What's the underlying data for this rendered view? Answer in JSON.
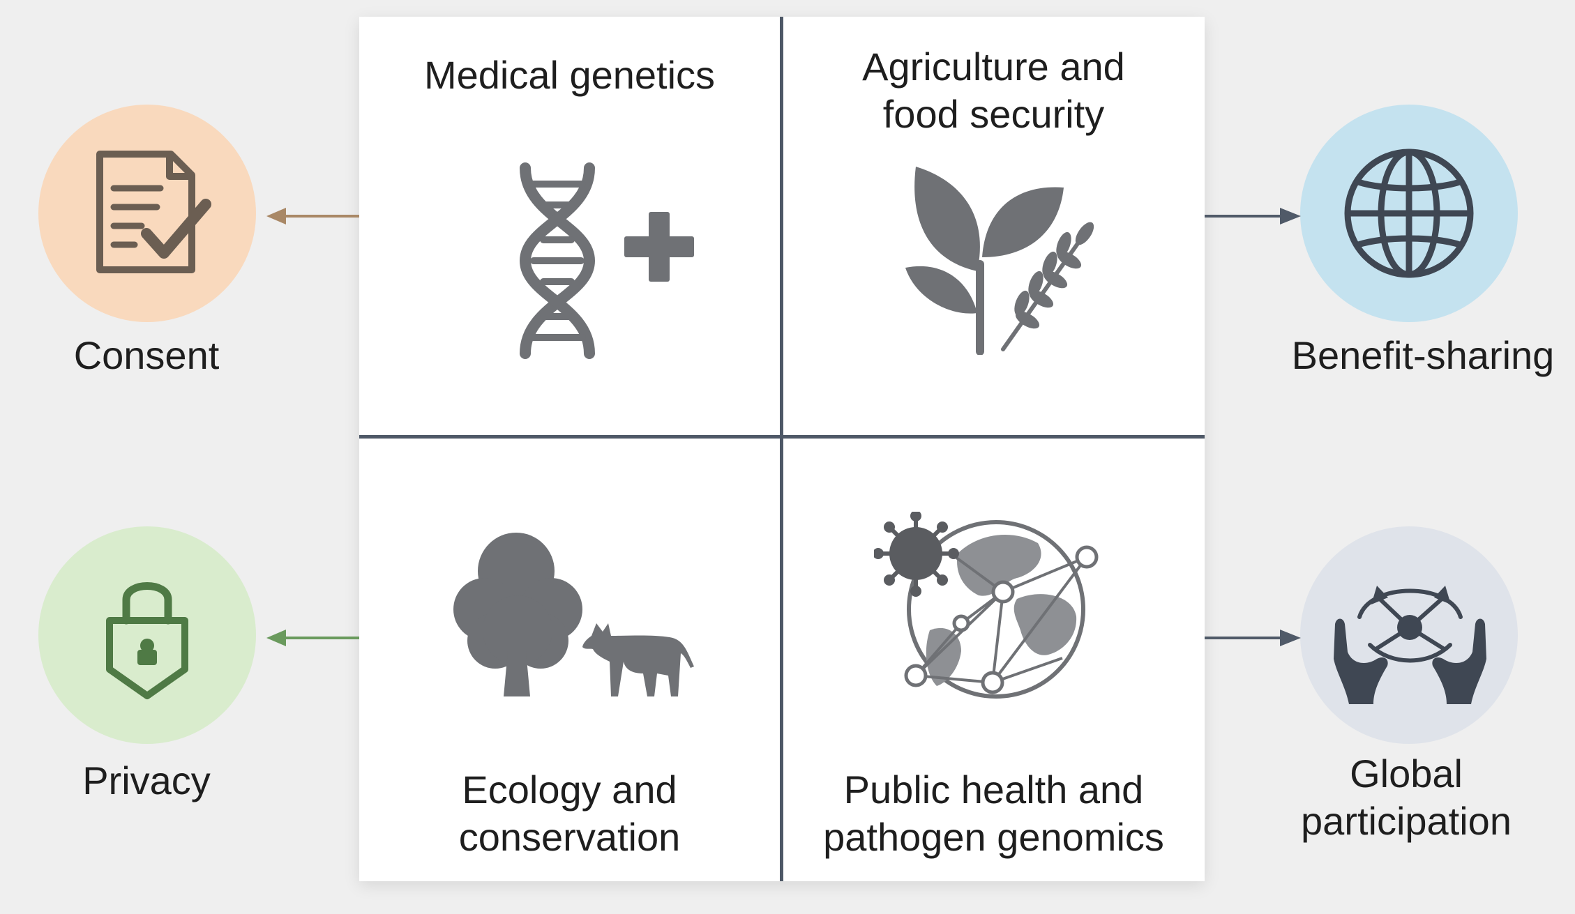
{
  "quadrants": {
    "medical": {
      "title": "Medical genetics",
      "icon": "dna-plus-icon"
    },
    "agriculture": {
      "title": "Agriculture and\nfood security",
      "icon": "plant-wheat-icon"
    },
    "ecology": {
      "title": "Ecology and\nconservation",
      "icon": "tree-animal-icon"
    },
    "public_health": {
      "title": "Public health and\npathogen genomics",
      "icon": "globe-pathogen-network-icon"
    }
  },
  "principles": {
    "consent": {
      "label": "Consent",
      "icon": "document-check-icon",
      "color": "#f9d9bd",
      "arrow_color": "#a98866"
    },
    "privacy": {
      "label": "Privacy",
      "icon": "lock-shield-icon",
      "color": "#d9eccd",
      "arrow_color": "#6a9a5d"
    },
    "benefit": {
      "label": "Benefit-sharing",
      "icon": "globe-icon",
      "color": "#c4e2ef",
      "arrow_color": "#505a68"
    },
    "global": {
      "label": "Global\nparticipation",
      "icon": "hands-network-icon",
      "color": "#dfe3ea",
      "arrow_color": "#505a68"
    }
  },
  "colors": {
    "icon_gray": "#6f7175",
    "icon_dark": "#5a5c60",
    "divider": "#4e5867"
  }
}
